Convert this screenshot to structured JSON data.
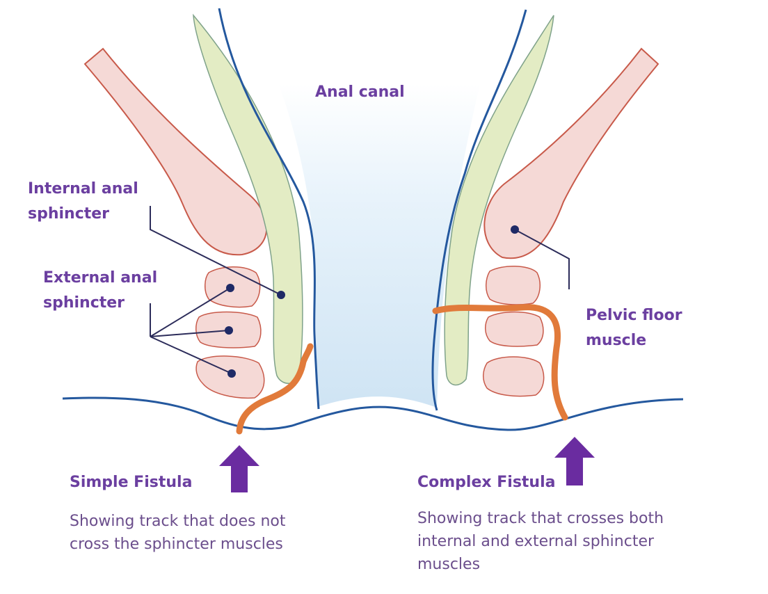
{
  "labels": {
    "anal_canal": "Anal canal",
    "internal_sphincter": [
      "Internal anal",
      "sphincter"
    ],
    "external_sphincter": [
      "External anal",
      "sphincter"
    ],
    "pelvic_floor": [
      "Pelvic floor",
      "muscle"
    ]
  },
  "simple": {
    "title": "Simple Fistula",
    "description": [
      "Showing track that does not",
      "cross the sphincter muscles"
    ]
  },
  "complex": {
    "title": "Complex Fistula",
    "description": [
      "Showing track that crosses both",
      "internal and external sphincter",
      "muscles"
    ]
  },
  "colors": {
    "wall": "#24589e",
    "canal_fill": "#dcecf8",
    "internal_sphincter": "#e3ecc4",
    "external_sphincter": "#f5d9d6",
    "muscle_stroke": "#c85a4a",
    "fistula_track": "#e17a3a",
    "arrow": "#6a2ca0",
    "pointer": "#2c2c5a",
    "label_text": "#6b3fa0"
  }
}
